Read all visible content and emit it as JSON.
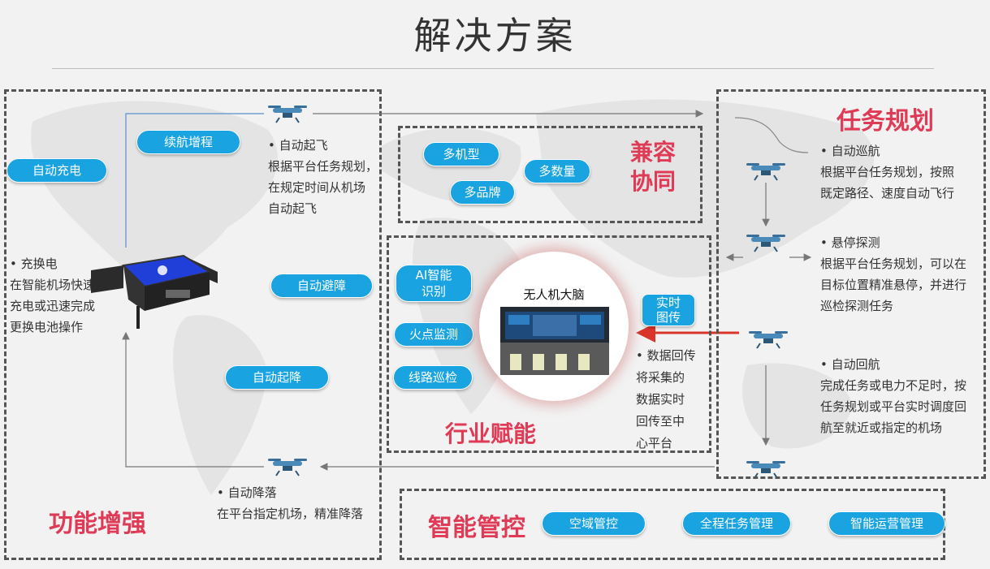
{
  "title": "解决方案",
  "sections": {
    "function": {
      "heading": "功能增强",
      "pill_charge": "自动充电",
      "pill_extend": "续航增程",
      "pill_avoid": "自动避障",
      "pill_lift": "自动起降",
      "charge_desc": [
        "• 充换电",
        "在智能机场快速",
        "充电或迅速完成",
        "更换电池操作"
      ],
      "takeoff_desc": [
        "• 自动起飞",
        "根据平台任务规划，",
        "在规定时间从机场",
        "自动起飞"
      ],
      "landing_desc": [
        "• 自动降落",
        "在平台指定机场，精准降落"
      ]
    },
    "compat": {
      "heading_line1": "兼容",
      "heading_line2": "协同",
      "pills": [
        "多机型",
        "多数量",
        "多品牌"
      ]
    },
    "industry": {
      "heading": "行业赋能",
      "pills": [
        "AI智能\n识别",
        "火点监测",
        "线路巡检"
      ],
      "brain_title": "无人机大脑",
      "realtime_pill": "实时\n图传",
      "realtime_desc": [
        "• 数据回传",
        "将采集的",
        "数据实时",
        "回传至中",
        "心平台"
      ]
    },
    "mission": {
      "heading": "任务规划",
      "cruise_desc": [
        "• 自动巡航",
        "根据平台任务规划，按照",
        "既定路径、速度自动飞行"
      ],
      "hover_desc": [
        "• 悬停探测",
        "根据平台任务规划，可以在",
        "目标位置精准悬停，并进行",
        "巡检探测任务"
      ],
      "return_desc": [
        "• 自动回航",
        "完成任务或电力不足时，按",
        "任务规划或平台实时调度回",
        "航至就近或指定的机场"
      ]
    },
    "control": {
      "heading": "智能管控",
      "pills": [
        "空域管控",
        "全程任务管理",
        "智能运营管理"
      ]
    },
    "colors": {
      "pill_blue": "#19a3e0",
      "heading_red": "#e03b56",
      "arrow_red": "#d9352b"
    }
  }
}
